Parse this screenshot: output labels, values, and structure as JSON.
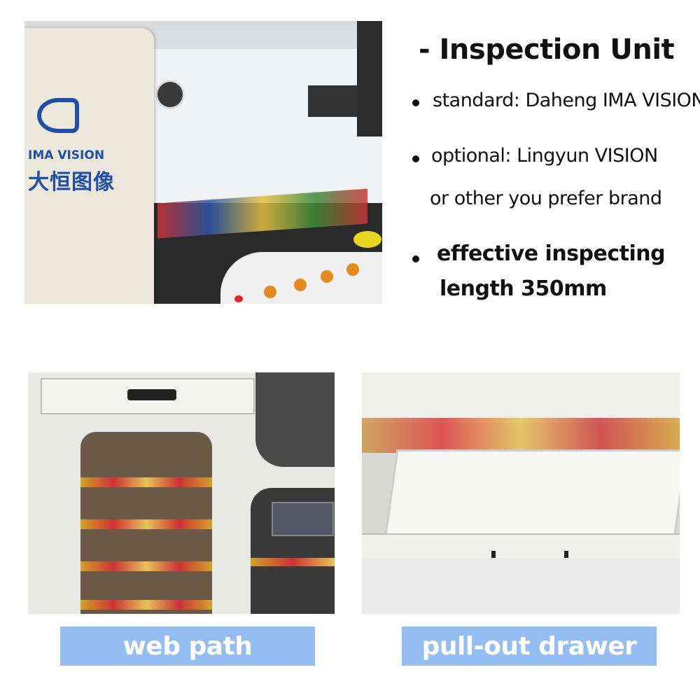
{
  "heading": "- Inspection Unit",
  "bullets": [
    {
      "text": "standard: Daheng IMA VISION"
    },
    {
      "text": "optional: Lingyun VISION",
      "continuation": "or other you prefer brand"
    },
    {
      "text": "effective inspecting",
      "continuation": "length 350mm"
    }
  ],
  "photos": {
    "top": {
      "logo_text": "IMA VISION",
      "logo_chinese": "大恒图像"
    },
    "left": {
      "caption": "web path"
    },
    "right": {
      "caption": "pull-out drawer"
    }
  },
  "colors": {
    "caption_bg": "#94bdf3",
    "caption_text": "#ffffff",
    "logo_blue": "#1f4fa8"
  }
}
